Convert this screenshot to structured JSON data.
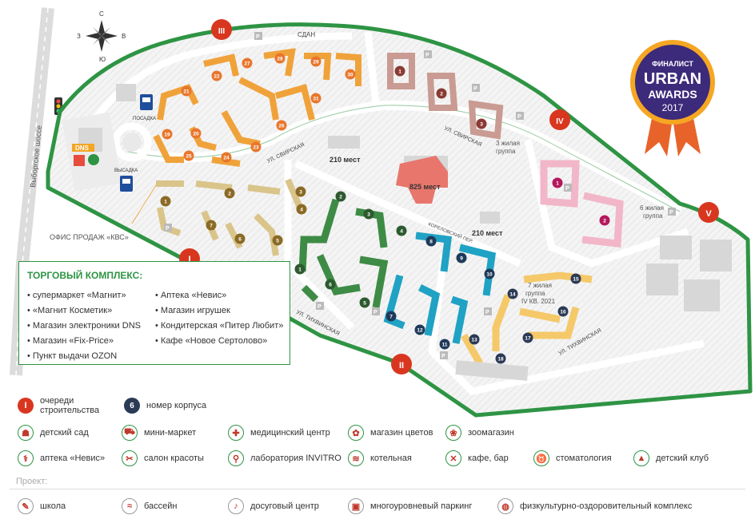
{
  "compass": {
    "n": "С",
    "s": "Ю",
    "w": "З",
    "e": "В"
  },
  "roads": {
    "vyborgskoe": "Выборгское шоссе",
    "svirskaya_1": "УЛ. СВИРСКАЯ",
    "svirskaya_2": "УЛ. СВИРСКАЯ",
    "korelovsky": "КОРЕЛОВСКИЙ ПЕР.",
    "tihvinskaya_1": "УЛ. ТИХВИНСКАЯ",
    "tihvinskaya_2": "УЛ. ТИХВИНСКАЯ"
  },
  "queues": [
    "I",
    "II",
    "III",
    "IV",
    "V"
  ],
  "labels": {
    "sdan": "СДАН",
    "posadka": "ПОСАДКА",
    "vysadka": "ВЫСАДКА",
    "dns": "DNS",
    "office": "ОФИС ПРОДАЖ «КВС»",
    "parking_210a": "210 мест",
    "parking_825": "825 мест",
    "parking_210b": "210 мест",
    "group3_l1": "3 жилая",
    "group3_l2": "группа",
    "group6_l1": "6 жилая",
    "group6_l2": "группа",
    "group7_l1": "7 жилая",
    "group7_l2": "группа",
    "group7_l3": "IV КВ. 2021",
    "parking_p": "P"
  },
  "buildings": {
    "orange": [
      "19",
      "20",
      "21",
      "22",
      "23",
      "24",
      "25",
      "26",
      "27",
      "28",
      "29",
      "30",
      "31"
    ],
    "maroon": [
      "1",
      "2",
      "3"
    ],
    "pink": [
      "1",
      "2"
    ],
    "tan": [
      "1",
      "2",
      "3",
      "4",
      "5",
      "6",
      "7"
    ],
    "green": [
      "1",
      "2",
      "3",
      "4",
      "5",
      "6"
    ],
    "teal": [
      "7",
      "8",
      "9",
      "10",
      "11",
      "12"
    ],
    "yellow": [
      "13",
      "14",
      "15",
      "16",
      "17",
      "18"
    ]
  },
  "badge": {
    "finalist": "ФИНАЛИСТ",
    "urban": "URBAN",
    "awards": "AWARDS",
    "year": "2017"
  },
  "tk": {
    "title": "ТОРГОВЫЙ КОМПЛЕКС:",
    "col1": [
      "• супермаркет «Магнит»",
      "• «Магнит Косметик»",
      "• Магазин электроники DNS",
      "• Магазин «Fix-Price»",
      "• Пункт выдачи OZON"
    ],
    "col2": [
      "• Аптека «Невис»",
      "• Магазин игрушек",
      "• Кондитерская «Питер Любит»",
      "• Кафе «Новое Сертолово»"
    ]
  },
  "legend": {
    "queue_icon": "I",
    "queue_l1": "очереди",
    "queue_l2": "строительства",
    "korpus_icon": "6",
    "korpus": "номер корпуса",
    "row1": [
      "детский сад",
      "мини-маркет",
      "медицинский центр",
      "магазин цветов",
      "зоомагазин"
    ],
    "row2": [
      "аптека «Невис»",
      "салон красоты",
      "лаборатория INVITRO",
      "котельная",
      "кафе, бар",
      "стоматология",
      "детский клуб"
    ],
    "project": "Проект:",
    "row3": [
      "школа",
      "бассейн",
      "досуговый центр",
      "многоуровневый паркинг",
      "физкультурно-оздоровительный комплекс"
    ]
  },
  "colors": {
    "green": "#2e9444",
    "orange": "#f0a23a",
    "maroon": "#c99b92",
    "pink": "#f2b6c9",
    "tan": "#d9c48a",
    "darkgreen": "#3e8b45",
    "teal": "#1fa2c4",
    "yellow": "#f5c96a",
    "red": "#d9361f",
    "navy": "#2b3a55"
  }
}
